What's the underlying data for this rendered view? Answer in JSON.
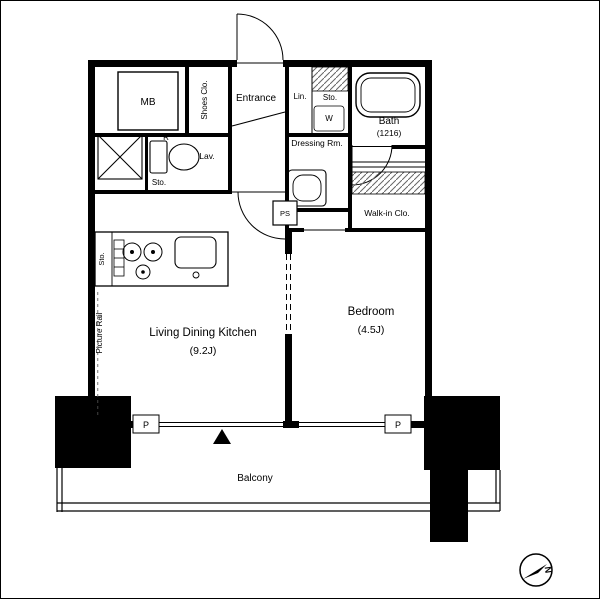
{
  "rooms": {
    "ldk": {
      "name": "Living Dining Kitchen",
      "size": "(9.2J)"
    },
    "bedroom": {
      "name": "Bedroom",
      "size": "(4.5J)"
    },
    "balcony": {
      "name": "Balcony"
    },
    "entrance": {
      "name": "Entrance"
    },
    "bath": {
      "name": "Bath",
      "size": "(1216)"
    },
    "dressing_room": {
      "name": "Dressing Rm."
    },
    "walk_in_closet": {
      "name": "Walk-in Clo."
    },
    "lavatory": {
      "name": "Lav."
    }
  },
  "labels": {
    "meter_box": "MB",
    "shoes_closet": "Shoes Clo.",
    "linen": "Lin.",
    "storage_top": "Sto.",
    "washer": "W",
    "refrigerator": "R",
    "storage_lav": "Sto.",
    "storage_kitchen": "Sto.",
    "pipe_space": "PS",
    "picture_rail": "Picture Rail",
    "pillar_left": "P",
    "pillar_right": "P",
    "compass_north": "N"
  },
  "colors": {
    "line": "#000000",
    "hatch": "#666666",
    "background": "#ffffff"
  }
}
